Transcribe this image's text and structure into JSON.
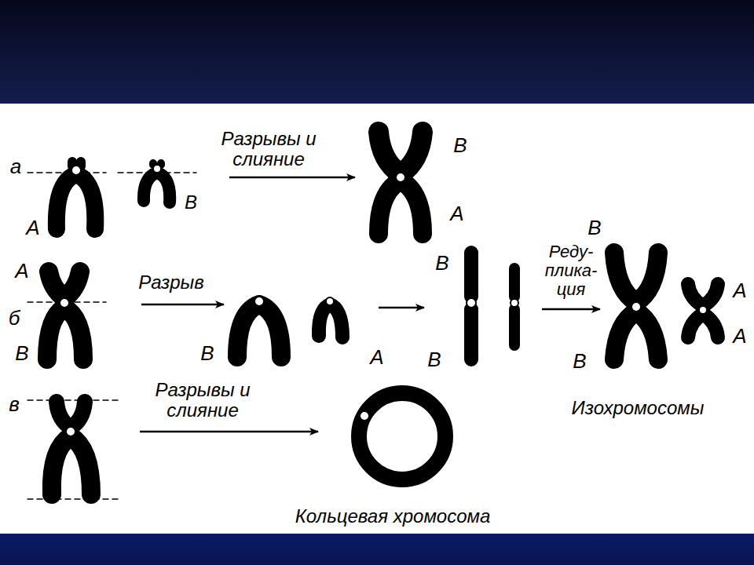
{
  "diagram": {
    "labels": [
      "а",
      "Разрывы и слияние",
      "B",
      "B",
      "A",
      "A",
      "B",
      "A",
      "б",
      "Разрыв",
      "Реду- плика- ция",
      "B",
      "B",
      "B",
      "B",
      "B",
      "A",
      "A",
      "A",
      "Изохромосомы",
      "в",
      "Разрывы и слияние",
      "Кольцевая хромосома"
    ]
  }
}
